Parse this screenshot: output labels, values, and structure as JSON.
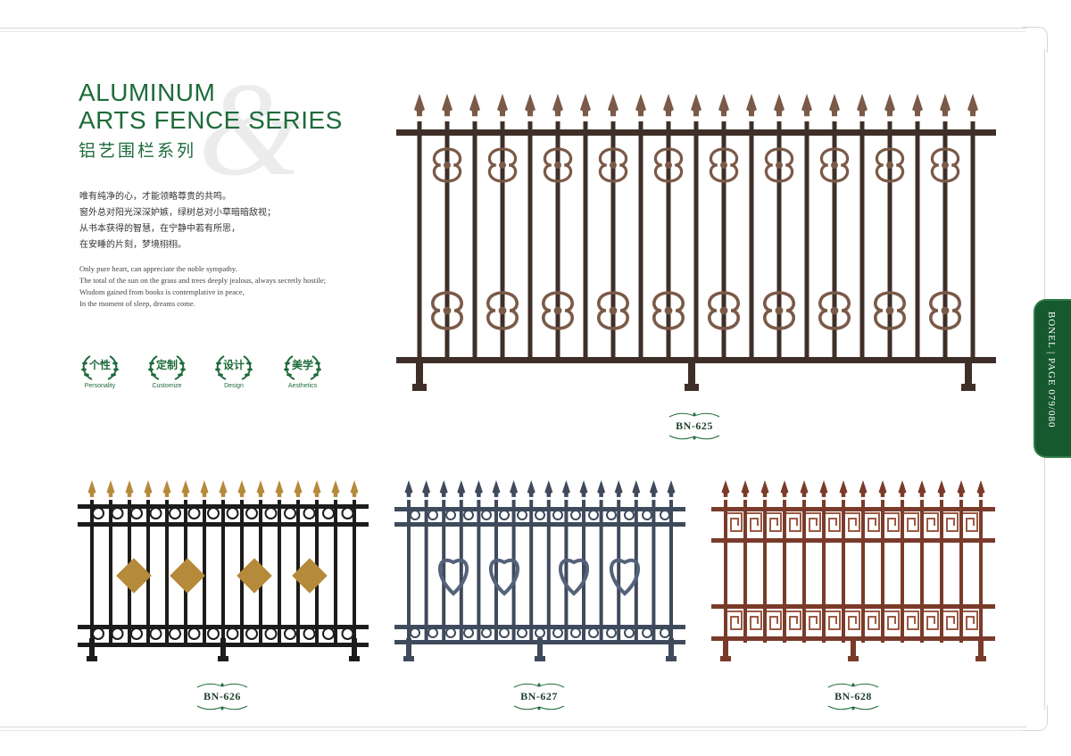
{
  "header": {
    "title_line1": "ALUMINUM",
    "title_line2": "ARTS FENCE SERIES",
    "title_cn": "铝艺围栏系列",
    "amp": "&"
  },
  "intro": {
    "cn_lines": [
      "唯有纯净的心，才能领略尊贵的共鸣。",
      "窗外总对阳光深深妒嫉，绿树总对小草暗暗敌视；",
      "从书本获得的智慧，在宁静中若有所思，",
      "在安睡的片刻，梦境栩栩。"
    ],
    "en_lines": [
      "Only pure heart, can appreciate the noble sympathy.",
      "The total of the sun on the grass and trees deeply jealous, always secretly hostile;",
      "Wisdom gained from books is contemplative in peace,",
      "In the moment of sleep, dreams come."
    ]
  },
  "badges": [
    {
      "cn": "个性",
      "en": "Personality"
    },
    {
      "cn": "定制",
      "en": "Customize"
    },
    {
      "cn": "设计",
      "en": "Design"
    },
    {
      "cn": "美学",
      "en": "Aesthetics"
    }
  ],
  "side_tab": {
    "text": "BONEL  |  PAGE 079/080"
  },
  "products": [
    {
      "code": "BN-625",
      "color": "#3e2f28",
      "accent": "#7b5a48"
    },
    {
      "code": "BN-626",
      "color": "#1e1c1b",
      "accent": "#b58a3a"
    },
    {
      "code": "BN-627",
      "color": "#3f4a5c",
      "accent": "#54627a"
    },
    {
      "code": "BN-628",
      "color": "#7a3b2a",
      "accent": "#9c5a45"
    }
  ],
  "colors": {
    "brand_green": "#1e6b3a",
    "tab_green": "#17592f"
  }
}
